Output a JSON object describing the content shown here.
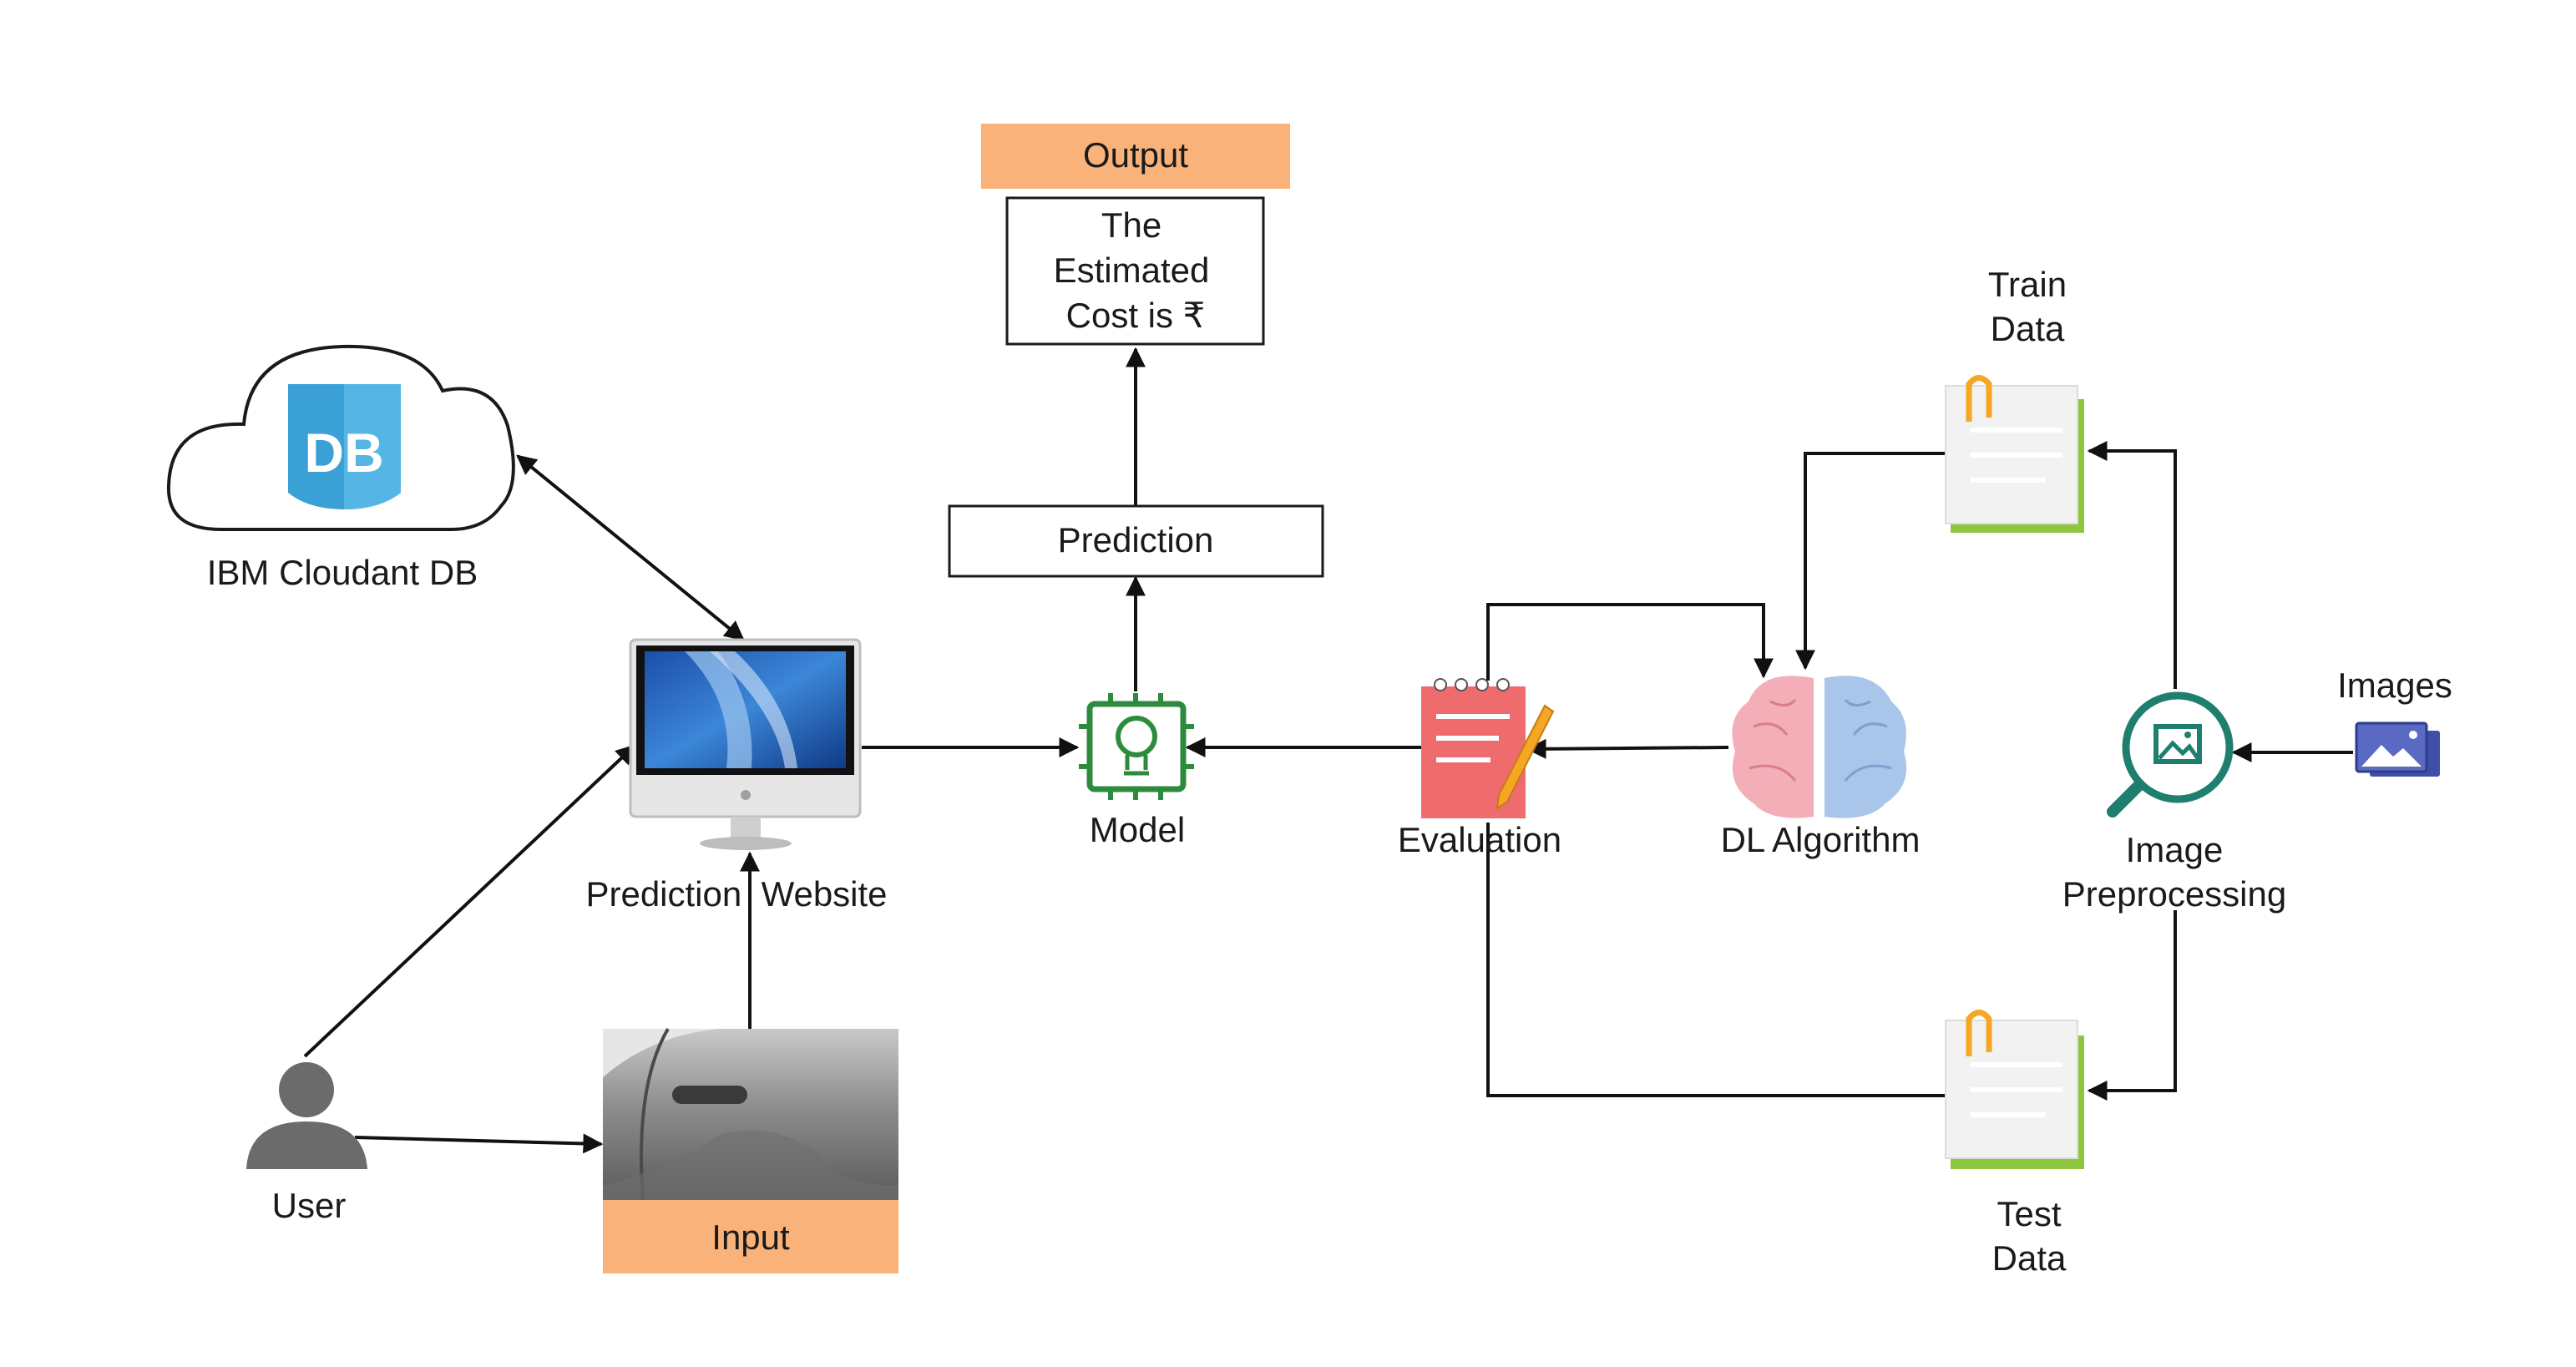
{
  "labels": {
    "cloud_db": "IBM Cloudant DB",
    "db_logo": "DB",
    "website": "Prediction  Website",
    "user": "User",
    "input": "Input",
    "model": "Model",
    "prediction": "Prediction",
    "output": "Output",
    "output_text": [
      "The",
      "Estimated",
      "Cost is ₹"
    ],
    "evaluation": "Evaluation",
    "dl_algorithm": "DL Algorithm",
    "train_data": [
      "Train",
      "Data"
    ],
    "test_data": [
      "Test",
      "Data"
    ],
    "image_preprocessing": [
      "Image",
      "Preprocessing"
    ],
    "images": "Images"
  },
  "colors": {
    "orange_label": "#F8B27A",
    "db_blue": "#3AA0D6",
    "chip_green": "#2E8B3E",
    "notepad_red": "#EE6B6E",
    "brain_pink": "#F4AEB8",
    "brain_blue": "#A9C5EA",
    "doc_green": "#8CC63F",
    "clip_orange": "#F5A623",
    "magnifier_teal": "#1E7F6E",
    "images_blue": "#3F4FA5",
    "user_gray": "#6B6B6B"
  }
}
